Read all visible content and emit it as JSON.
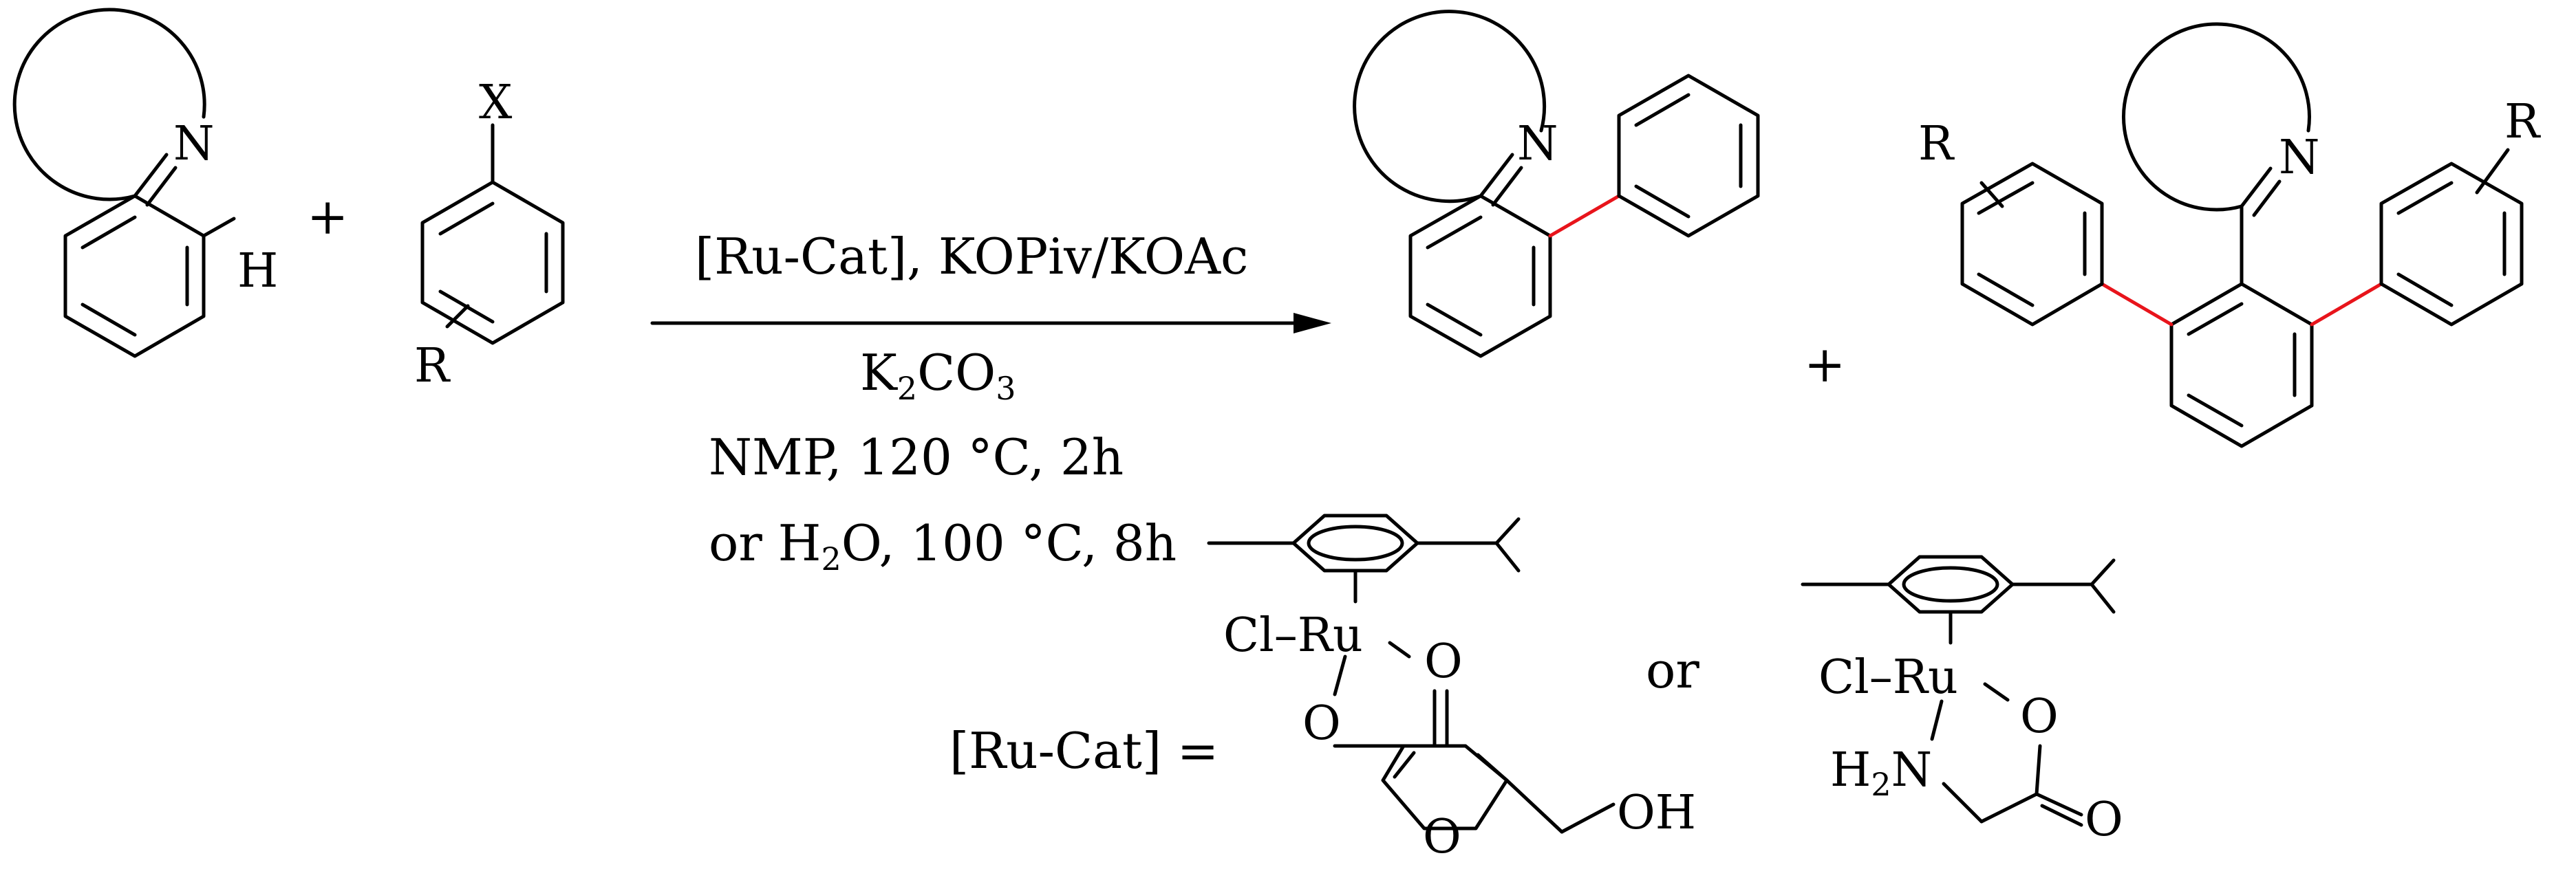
{
  "reactant1": {
    "atom_n": "N",
    "atom_h": "H"
  },
  "plus_1": "+",
  "reactant2": {
    "atom_x": "X",
    "atom_r": "R"
  },
  "conditions": {
    "line1": "[Ru-Cat], KOPiv/KOAc",
    "line2_main": "K",
    "line2_sub1": "2",
    "line2_mid": "CO",
    "line2_sub2": "3",
    "line3": "NMP, 120 °C, 2h",
    "line4_pre": "or H",
    "line4_sub": "2",
    "line4_post": "O, 100 °C, 8h"
  },
  "product1": {
    "atom_n": "N"
  },
  "plus_2": "+",
  "product2": {
    "atom_n": "N",
    "atom_r_left": "R",
    "atom_r_right": "R"
  },
  "catalyst_definition": {
    "label": "[Ru-Cat] =",
    "or": "or",
    "cat1": {
      "cl_ru": "Cl–Ru",
      "o1": "O",
      "o2": "O",
      "o_ring": "O",
      "oh": "OH"
    },
    "cat2": {
      "cl_ru": "Cl–Ru",
      "o1": "O",
      "o2": "O",
      "h2n_h": "H",
      "h2n_sub": "2",
      "h2n_n": "N"
    }
  },
  "colors": {
    "ink": "#000000",
    "new_bond": "#e8141b"
  }
}
